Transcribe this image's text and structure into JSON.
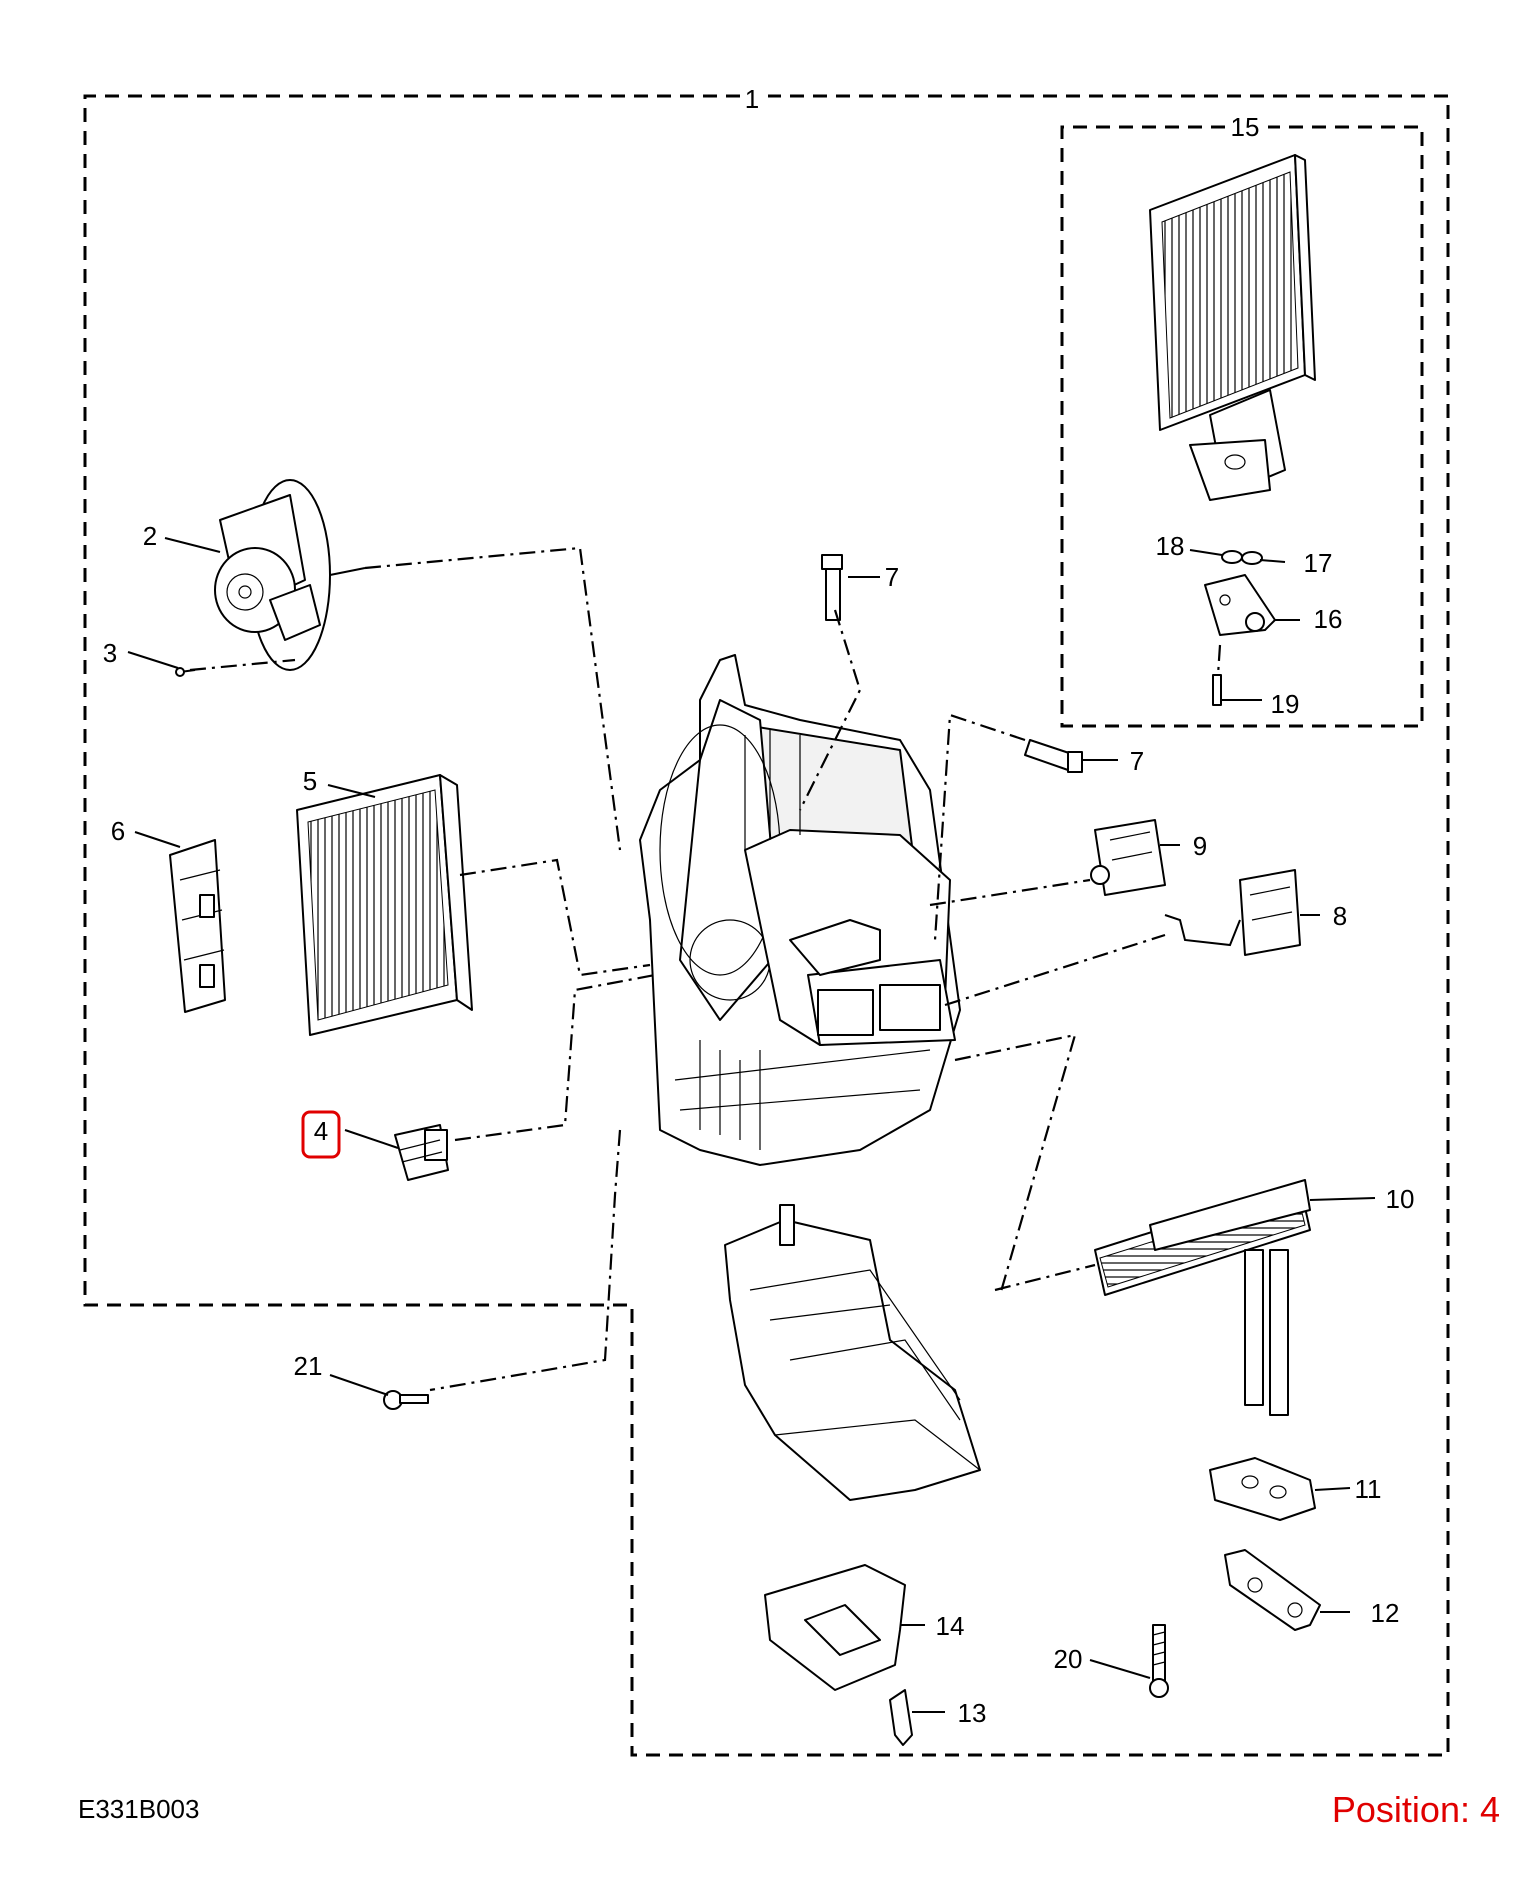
{
  "diagram": {
    "code": "E331B003",
    "position_text": "Position: 4",
    "highlight_color": "#e00000",
    "selected_callout": "4",
    "callouts": [
      "1",
      "2",
      "3",
      "4",
      "5",
      "6",
      "7",
      "7",
      "8",
      "9",
      "10",
      "11",
      "12",
      "13",
      "14",
      "15",
      "16",
      "17",
      "18",
      "19",
      "20",
      "21"
    ]
  }
}
